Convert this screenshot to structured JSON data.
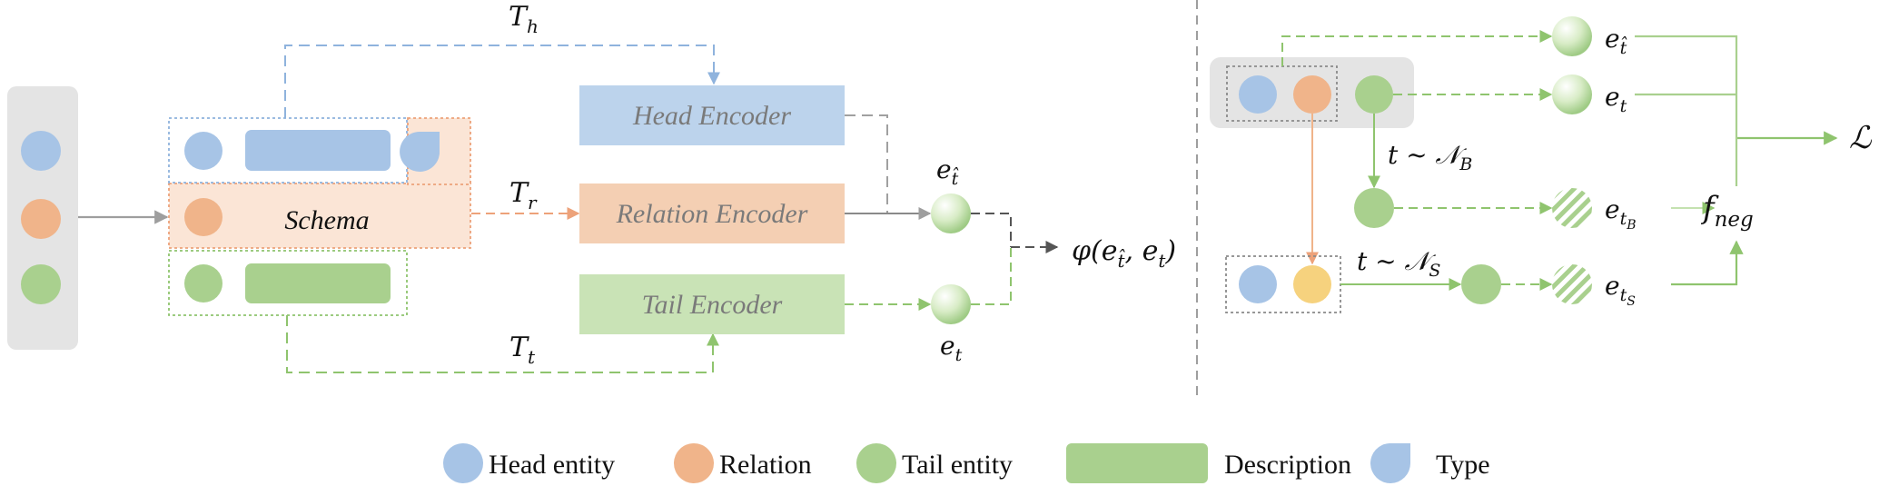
{
  "colors": {
    "head": "#a7c4e6",
    "relation": "#f0b48a",
    "tail": "#a9d08e",
    "relation_alt": "#f6d27e",
    "head_encoder_fill": "#bcd3ec",
    "relation_encoder_fill": "#f4cfb3",
    "tail_encoder_fill": "#c9e3b6",
    "input_panel": "#e4e4e4"
  },
  "left": {
    "encoders": {
      "head": "Head Encoder",
      "relation": "Relation Encoder",
      "tail": "Tail Encoder"
    },
    "schema_label": "Schema",
    "templates": {
      "head": {
        "base": "T",
        "sub": "h"
      },
      "relation": {
        "base": "T",
        "sub": "r"
      },
      "tail": {
        "base": "T",
        "sub": "t"
      }
    },
    "embeddings": {
      "head_hat": {
        "base": "e",
        "sub": "t̂"
      },
      "tail": {
        "base": "e",
        "sub": "t"
      }
    },
    "score": "φ(e",
    "score_mid": ", e",
    "score_end": ")"
  },
  "right": {
    "embeddings": [
      {
        "base": "e",
        "sub": "t̂",
        "subsub": ""
      },
      {
        "base": "e",
        "sub": "t",
        "subsub": ""
      },
      {
        "base": "e",
        "sub": "t",
        "subsub": "B"
      },
      {
        "base": "e",
        "sub": "t",
        "subsub": "S"
      }
    ],
    "sampling_b": {
      "text": "t ~ ",
      "dist": "𝒩",
      "sub": "B"
    },
    "sampling_s": {
      "text": "t ~ ",
      "dist": "𝒩",
      "sub": "S"
    },
    "f_neg": {
      "base": "f",
      "sub": "neg"
    },
    "loss": "ℒ"
  },
  "legend": [
    {
      "icon": "head-entity-circle",
      "label": "Head entity"
    },
    {
      "icon": "relation-circle",
      "label": "Relation"
    },
    {
      "icon": "tail-entity-circle",
      "label": "Tail entity"
    },
    {
      "icon": "description-rect",
      "label": "Description"
    },
    {
      "icon": "type-shape",
      "label": "Type"
    }
  ]
}
